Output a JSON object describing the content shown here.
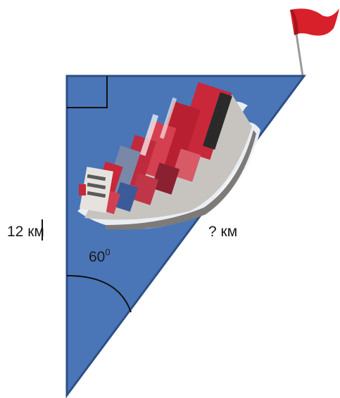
{
  "diagram": {
    "side_label": "12 км",
    "hypotenuse_label": "? км",
    "angle_value": "60",
    "angle_sup": "0"
  },
  "colors": {
    "triangle_fill": "#4a76b8",
    "triangle_stroke": "#2e4f86",
    "flag": "#d8202a",
    "hull_gray": "#c7c4c0",
    "container_red": "#c8283a"
  },
  "icons": [
    "flag-icon",
    "ship-icon",
    "right-angle-mark",
    "angle-arc"
  ]
}
